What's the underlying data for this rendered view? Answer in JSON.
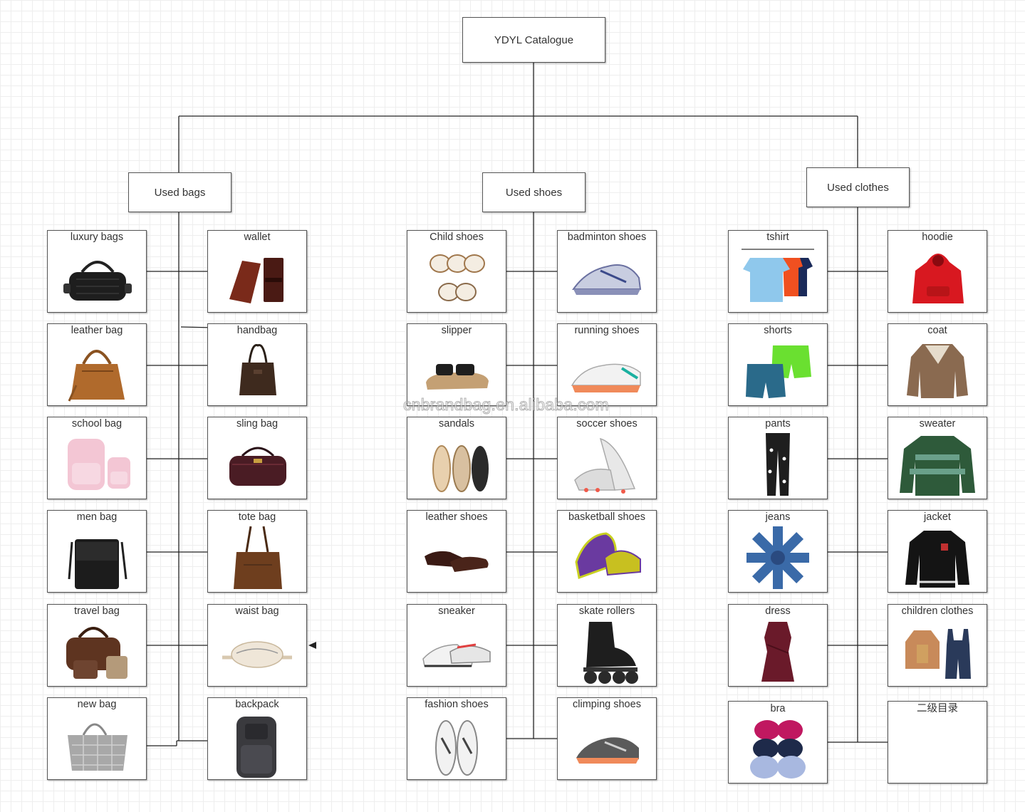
{
  "root": {
    "title": "YDYL Catalogue"
  },
  "categories": {
    "bags": {
      "title": "Used bags",
      "items": [
        "luxury bags",
        "wallet",
        "leather bag",
        "handbag",
        "school bag",
        "sling bag",
        "men bag",
        "tote bag",
        "travel bag",
        "waist  bag",
        "new bag",
        "backpack"
      ]
    },
    "shoes": {
      "title": "Used shoes",
      "items": [
        "Child shoes",
        "badminton shoes",
        "slipper",
        "running shoes",
        "sandals",
        "soccer shoes",
        "leather shoes",
        "basketball shoes",
        "sneaker",
        "skate rollers",
        "fashion shoes",
        "climping shoes"
      ]
    },
    "clothes": {
      "title": "Used clothes",
      "items": [
        "tshirt",
        "hoodie",
        "shorts",
        "coat",
        "pants",
        "sweater",
        "jeans",
        "jacket",
        "dress",
        "children clothes",
        "bra",
        "二级目录"
      ]
    }
  },
  "watermark": "cnbrandbag.en.alibaba.com",
  "colors": {
    "border": "#555555",
    "line": "#222222",
    "text": "#333333"
  }
}
